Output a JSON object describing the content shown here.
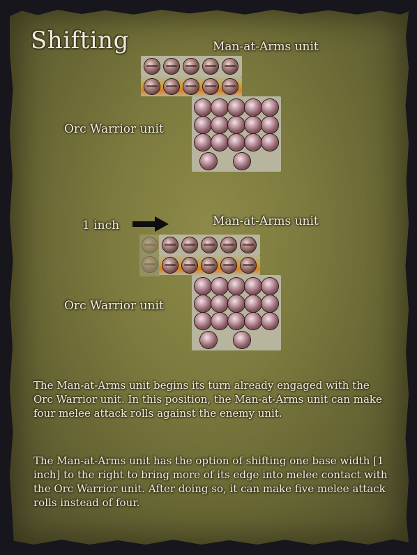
{
  "title": "Shifting",
  "diagram_top": {
    "man_label": "Man-at-Arms unit",
    "orc_label": "Orc Warrior unit"
  },
  "diagram_bottom": {
    "shift_label": "1 inch",
    "man_label": "Man-at-Arms unit",
    "orc_label": "Orc Warrior unit",
    "arrow_icon": "arrow-right-icon"
  },
  "paragraphs": [
    "The Man-at-Arms unit begins its turn already engaged with the Orc Warrior unit. In this position, the Man-at-Arms unit can make four melee attack rolls against the enemy unit.",
    "The Man-at-Arms unit has the option of shifting one base width [1 inch] to the right to bring more of its edge into melee contact with the Orc Warrior unit. After doing so, it can make five melee attack rolls instead of four."
  ],
  "colors": {
    "parchment": "#7c7a3e",
    "text": "#f1ebdd",
    "outline": "#2d2a18",
    "frame": "#16161c"
  }
}
